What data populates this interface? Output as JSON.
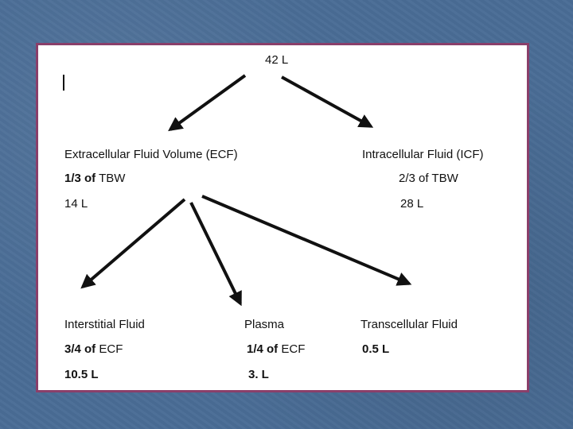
{
  "root": {
    "label": "42 L"
  },
  "ecf": {
    "title": "Extracellular Fluid Volume (ECF)",
    "fraction_num": "1/3 of",
    "fraction_ref": " TBW",
    "volume": "14 L"
  },
  "icf": {
    "title": "Intracellular Fluid (ICF)",
    "fraction": "2/3 of TBW",
    "volume": "28 L"
  },
  "interstitial": {
    "title": "Interstitial Fluid",
    "fraction_num": "3/4 of",
    "fraction_ref": " ECF",
    "volume": "10.5 L"
  },
  "plasma": {
    "title": "Plasma",
    "fraction_num": "1/4 of",
    "fraction_ref": " ECF",
    "volume": "3. L"
  },
  "transcellular": {
    "title": "Transcellular Fluid",
    "volume": "0.5 L"
  },
  "colors": {
    "panel_border": "#8a3f6a",
    "background": "#4a6d96",
    "arrow": "#111111"
  }
}
